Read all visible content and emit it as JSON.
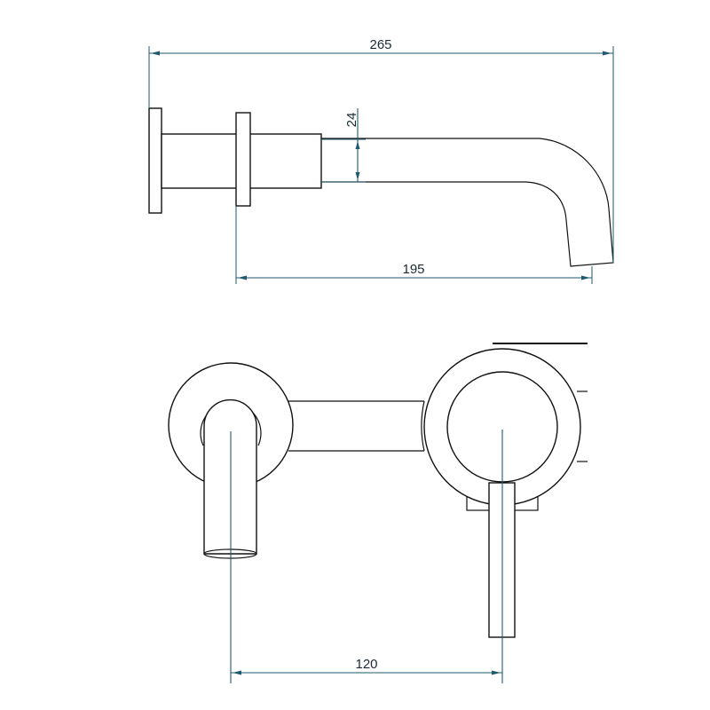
{
  "drawing": {
    "subject": "wall-mounted basin mixer tap",
    "views": [
      {
        "name": "side-view",
        "description": "Side elevation with wall plate, collar, body and curved spout"
      },
      {
        "name": "front-view",
        "description": "Front elevation with spout outlet and handle on circular plate"
      }
    ]
  },
  "dimensions": {
    "overall_length": "265",
    "spout_diameter": "24",
    "spout_projection": "195",
    "centre_distance": "120"
  },
  "colors": {
    "outline": "#111111",
    "dimension_line": "#1f5a6e",
    "dimension_text": "#1a2b33",
    "background": "#ffffff"
  }
}
